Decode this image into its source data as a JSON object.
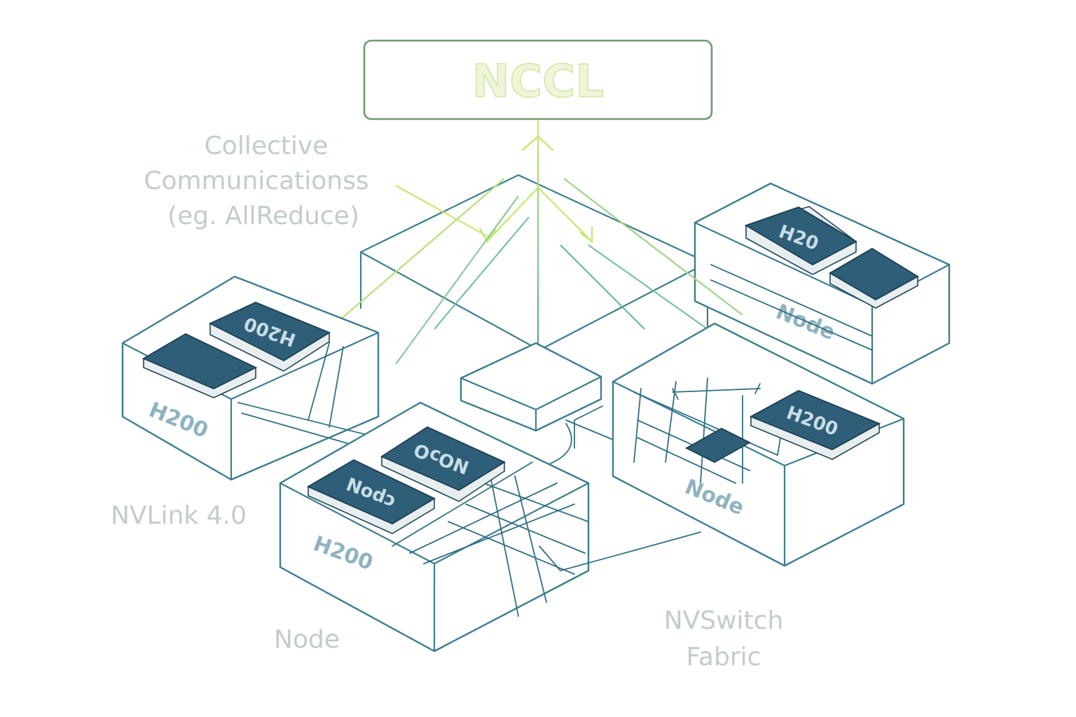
{
  "title": "NCCL",
  "labels": {
    "collective_line1": "Collective",
    "collective_line2": "Communicationss",
    "collective_line3": "(eg. AllReduce)",
    "nvlink": "NVLink 4.0",
    "node_bottom": "Node",
    "nvswitch_line1": "NVSwitch",
    "nvswitch_line2": "Fabric"
  },
  "nodes": {
    "left": {
      "chip_label": "H200",
      "box_label": "H200"
    },
    "center": {
      "chip1_label": "NOᴐO",
      "chip2_label": "Nodᴐ",
      "box_label": "H200"
    },
    "right_top": {
      "chip_label": "H20",
      "box_label": "Node"
    },
    "right_bottom": {
      "chip_label": "H200",
      "box_label": "Node"
    }
  },
  "colors": {
    "arrow_top": "#c8e872",
    "arrow_bottom": "#3d8d9c",
    "box_stroke": "#3d7d8f",
    "chip_fill": "#2f5f78",
    "label_gray": "#c3cccc"
  }
}
